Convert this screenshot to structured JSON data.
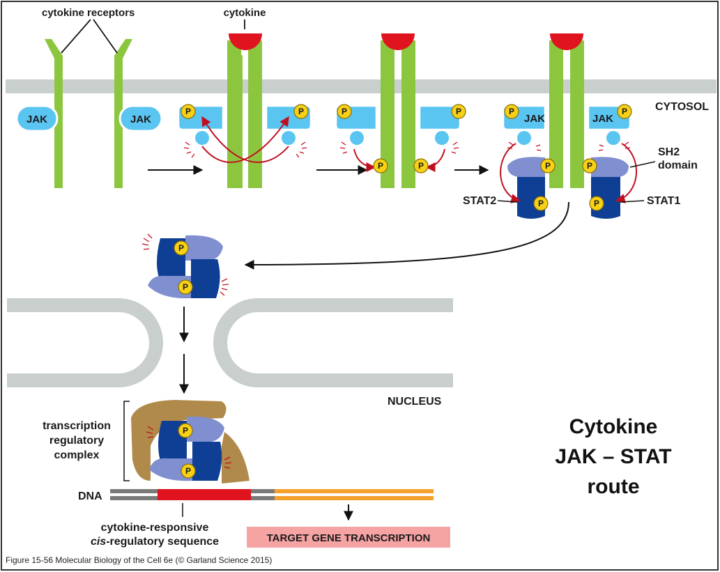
{
  "labels": {
    "cytokine_receptors": "cytokine receptors",
    "cytokine": "cytokine",
    "cytosol": "CYTOSOL",
    "jak": "JAK",
    "phospho": "P",
    "sh2_line1": "SH2",
    "sh2_line2": "domain",
    "stat2": "STAT2",
    "stat1": "STAT1",
    "nucleus": "NUCLEUS",
    "trc_line1": "transcription",
    "trc_line2": "regulatory",
    "trc_line3": "complex",
    "dna": "DNA",
    "cis_line1": "cytokine-responsive",
    "cis_line2_italic": "cis",
    "cis_line2_rest": "-regulatory sequence",
    "target": "TARGET GENE TRANSCRIPTION",
    "caption": "Figure 15-56  Molecular Biology of the Cell 6e (© Garland Science 2015)"
  },
  "title": {
    "line1": "Cytokine",
    "line2": "JAK – STAT",
    "line3": "route"
  },
  "colors": {
    "membrane": "#c9cfcd",
    "receptor": "#8cc63f",
    "cytokine": "#e0141e",
    "jak": "#5bc5f2",
    "phosphate_fill": "#f7d117",
    "phosphate_stroke": "#8a6d00",
    "stat_dark": "#0f3f94",
    "stat_light": "#7f8fd0",
    "arrow_red": "#c01020",
    "complex_brown": "#b08a4a",
    "dna_grey": "#7a7a7a",
    "dna_red": "#e0141e",
    "dna_orange": "#f4a02a",
    "target_bg": "#f5a3a3"
  }
}
